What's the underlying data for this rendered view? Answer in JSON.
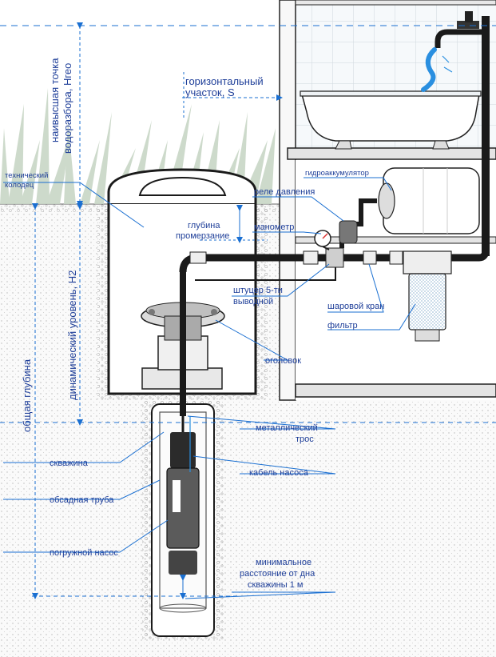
{
  "colors": {
    "label": "#1f3f99",
    "leader": "#1a6fd1",
    "accent": "#2a8fe0",
    "structure": "#1a1a1a",
    "soil": "#f3f3f1",
    "pipe": "#1a1a1a"
  },
  "labels": {
    "highest_point_line1": "наивысшая точка",
    "highest_point_line2": "водоразбора, Hгео",
    "horizontal_line1": "горизонтальный",
    "horizontal_line2": "участок, S",
    "tech_well_line1": "технический",
    "tech_well_line2": "колодец",
    "freeze_line1": "глубина",
    "freeze_line2": "промерзание",
    "pressure_relay": "реле давления",
    "accumulator": "гидроаккумулятор",
    "manometer": "манометр",
    "fitting_line1": "штуцер 5-ти",
    "fitting_line2": "выводной",
    "ball_valve": "шаровой кран",
    "filter": "фильтр",
    "wellhead": "оголовок",
    "dynamic_level": "динамический уровень, H2",
    "total_depth": "общая глубина",
    "cable_line1": "металлический",
    "cable_line2": "трос",
    "borehole": "скважина",
    "pump_cable": "кабель насоса",
    "casing": "обсадная труба",
    "submersible_pump": "погружной насос",
    "min_dist_line1": "минимальное",
    "min_dist_line2": "расстояние от дна",
    "min_dist_line3": "скважины 1 м"
  }
}
